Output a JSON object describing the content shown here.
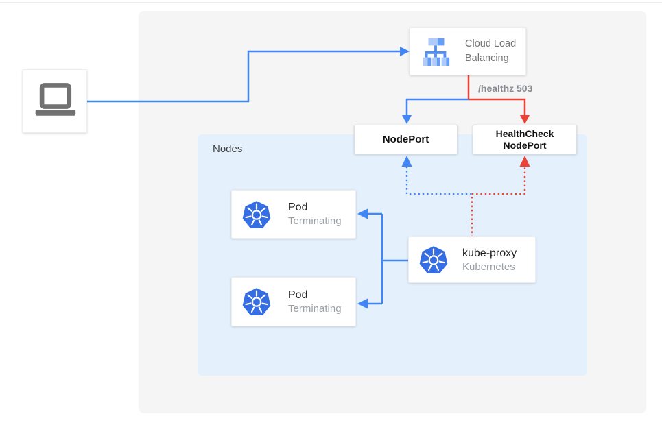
{
  "diagram": {
    "title_semantic": "External load balancer health-check failure during pod termination",
    "client": {
      "icon": "laptop-icon"
    },
    "cloud_load_balancing": {
      "label": "Cloud Load Balancing",
      "icon": "load-balancer-icon"
    },
    "healthz_label": "/healthz 503",
    "nodeport": {
      "label": "NodePort"
    },
    "healthcheck_nodeport": {
      "label": "HealthCheck NodePort"
    },
    "nodes_group": {
      "label": "Nodes"
    },
    "pods": [
      {
        "title": "Pod",
        "status": "Terminating",
        "icon": "kubernetes-icon"
      },
      {
        "title": "Pod",
        "status": "Terminating",
        "icon": "kubernetes-icon"
      }
    ],
    "kube_proxy": {
      "title": "kube-proxy",
      "subtitle": "Kubernetes",
      "icon": "kubernetes-icon"
    },
    "colors": {
      "traffic_blue": "#4285f4",
      "healthcheck_red": "#ea4335",
      "nodes_panel_bg": "#e4f1fc",
      "outer_panel_bg": "#f5f5f6",
      "kubernetes_blue": "#356de4",
      "icon_gray": "#717171",
      "text_dark": "#212121",
      "text_gray": "#9aa0a6"
    }
  }
}
